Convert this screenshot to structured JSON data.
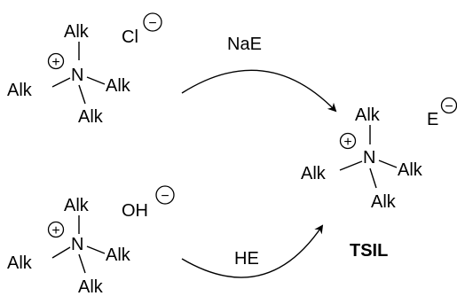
{
  "top_left_salt": {
    "cation_atom": "N",
    "alkyl_top": "Alk",
    "alkyl_left": "Alk",
    "alkyl_right": "Alk",
    "alkyl_bottom": "Alk",
    "cation_charge": "+",
    "anion": "Cl",
    "anion_charge": "−"
  },
  "bottom_left_salt": {
    "cation_atom": "N",
    "alkyl_top": "Alk",
    "alkyl_left": "Alk",
    "alkyl_right": "Alk",
    "alkyl_bottom": "Alk",
    "cation_charge": "+",
    "anion": "OH",
    "anion_charge": "−"
  },
  "product_salt": {
    "cation_atom": "N",
    "alkyl_top": "Alk",
    "alkyl_left": "Alk",
    "alkyl_right": "Alk",
    "alkyl_bottom": "Alk",
    "cation_charge": "+",
    "anion": "E",
    "anion_charge": "−",
    "label": "TSIL"
  },
  "reagents": {
    "top_arrow": "NaE",
    "bottom_arrow": "HE"
  }
}
